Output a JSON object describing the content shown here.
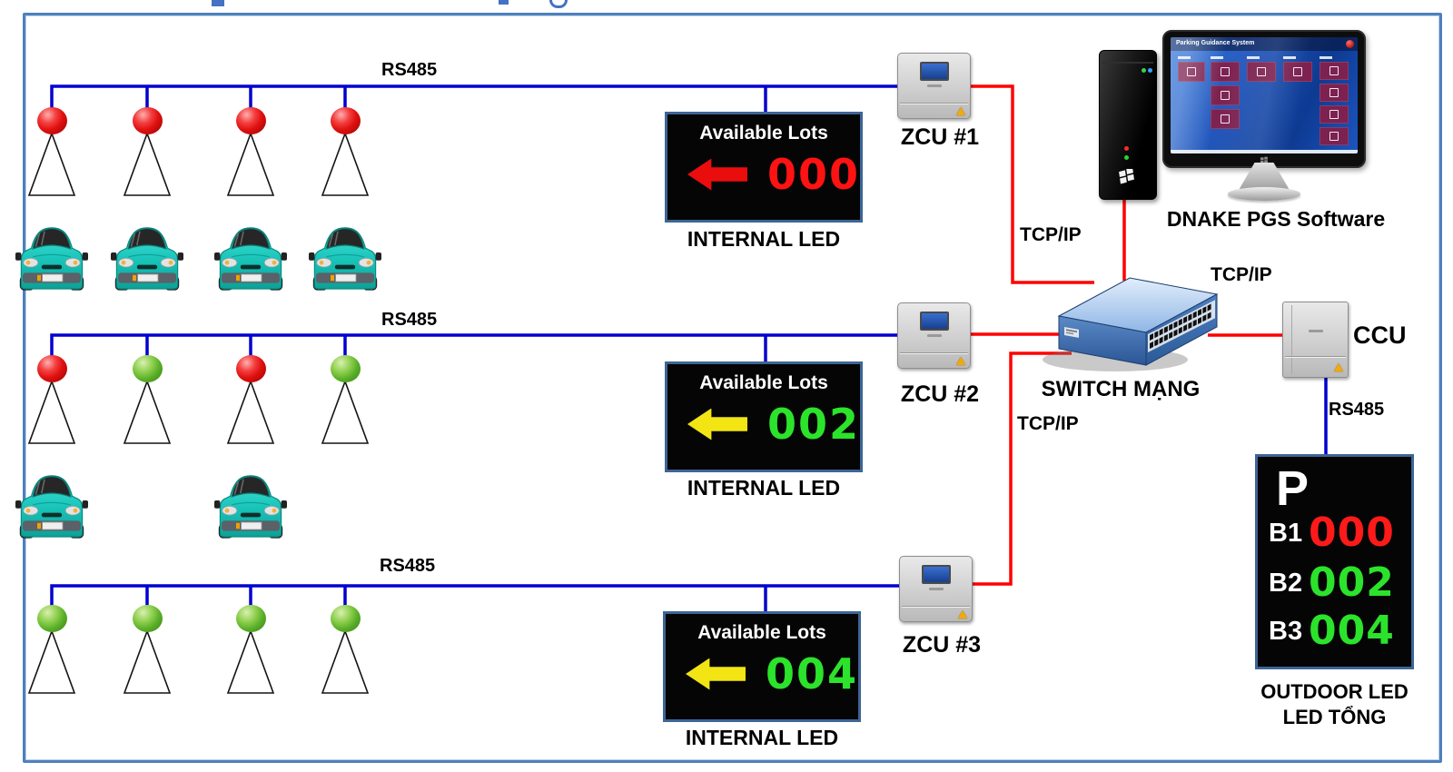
{
  "colors": {
    "bus_blue": "#0000d0",
    "line_red": "#ff0000",
    "frame_border": "#4e80bc",
    "led_red": "#ff1212",
    "led_green": "#2be32b",
    "arrow_red": "#e90d0d",
    "arrow_yellow": "#f2e513"
  },
  "rows": [
    {
      "rs485_label": "RS485",
      "sensors": [
        "red",
        "red",
        "red",
        "red"
      ],
      "cars": [
        true,
        true,
        true,
        true
      ],
      "display": {
        "title": "Available Lots",
        "value": "000",
        "value_color": "#ff1212",
        "arrow_color": "#e90d0d",
        "caption": "INTERNAL LED"
      },
      "zcu_label": "ZCU #1"
    },
    {
      "rs485_label": "RS485",
      "sensors": [
        "red",
        "green",
        "red",
        "green"
      ],
      "cars": [
        true,
        false,
        true,
        false
      ],
      "display": {
        "title": "Available Lots",
        "value": "002",
        "value_color": "#2be32b",
        "arrow_color": "#f2e513",
        "caption": "INTERNAL LED"
      },
      "zcu_label": "ZCU #2"
    },
    {
      "rs485_label": "RS485",
      "sensors": [
        "green",
        "green",
        "green",
        "green"
      ],
      "cars": [
        false,
        false,
        false,
        false
      ],
      "display": {
        "title": "Available Lots",
        "value": "004",
        "value_color": "#2be32b",
        "arrow_color": "#f2e513",
        "caption": "INTERNAL LED"
      },
      "zcu_label": "ZCU #3"
    }
  ],
  "network": {
    "tcpip_zcu1": "TCP/IP",
    "tcpip_zcu3": "TCP/IP",
    "tcpip_ccu": "TCP/IP",
    "switch_label": "SWITCH MẠNG",
    "ccu_label": "CCU",
    "rs485_right_label": "RS485"
  },
  "computer": {
    "software_label": "DNAKE PGS Software",
    "monitor_title": "Parking Guidance System"
  },
  "outdoor_led": {
    "p": "P",
    "rows": [
      {
        "label": "B1",
        "value": "000",
        "color": "#ff1a1a"
      },
      {
        "label": "B2",
        "value": "002",
        "color": "#2be32b"
      },
      {
        "label": "B3",
        "value": "004",
        "color": "#2be32b"
      }
    ],
    "caption_line1": "OUTDOOR LED",
    "caption_line2": "LED TỔNG"
  }
}
